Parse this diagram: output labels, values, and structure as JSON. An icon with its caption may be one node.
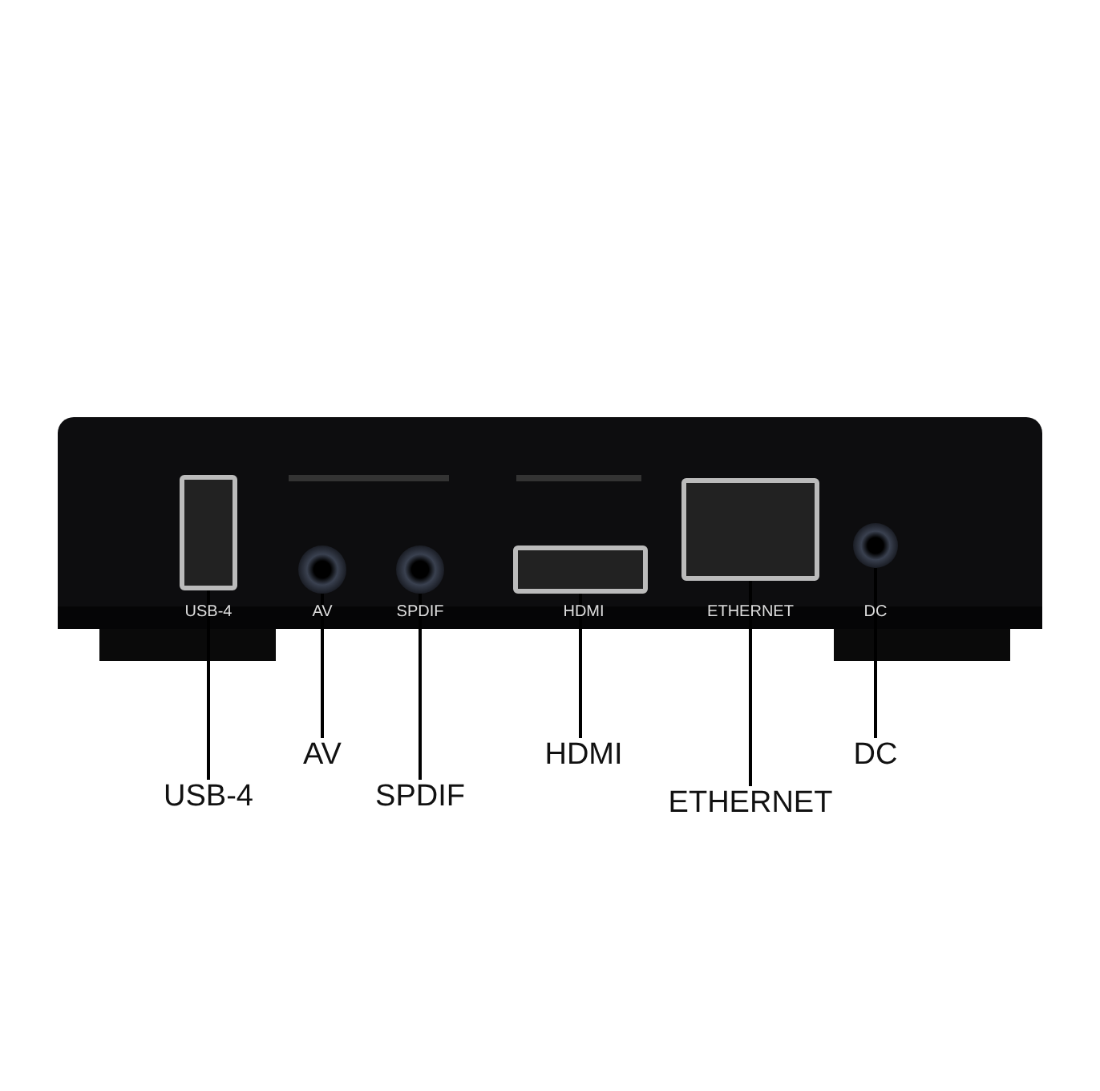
{
  "diagram": {
    "nodes": [
      {
        "text": [
          "USB-4"
        ]
      },
      {
        "text": [],
        "shape": "box"
      },
      {
        "text": [
          "AV"
        ]
      },
      {
        "text": [],
        "shape": "circle"
      },
      {
        "text": [
          "SPDIF"
        ]
      },
      {
        "text": [],
        "shape": "circle"
      },
      {
        "text": [
          "HDMI"
        ]
      },
      {
        "text": [],
        "shape": "box"
      },
      {
        "text": [
          "ETHERNET"
        ]
      },
      {
        "text": [],
        "shape": "box"
      },
      {
        "text": [
          "DC"
        ]
      },
      {
        "text": [],
        "shape": "circle"
      }
    ],
    "edges": [
      {
        "from": 0,
        "to": 1,
        "arrow": "none"
      },
      {
        "from": 2,
        "to": 3,
        "arrow": "none"
      },
      {
        "from": 4,
        "to": 5,
        "arrow": "none"
      },
      {
        "from": 6,
        "to": 7,
        "arrow": "none"
      },
      {
        "from": 8,
        "to": 9,
        "arrow": "none"
      },
      {
        "from": 10,
        "to": 11,
        "arrow": "none"
      }
    ],
    "labels": [
      "USB-4",
      "AV",
      "SPDIF",
      "HDMI",
      "ETHERNET",
      "DC"
    ]
  }
}
